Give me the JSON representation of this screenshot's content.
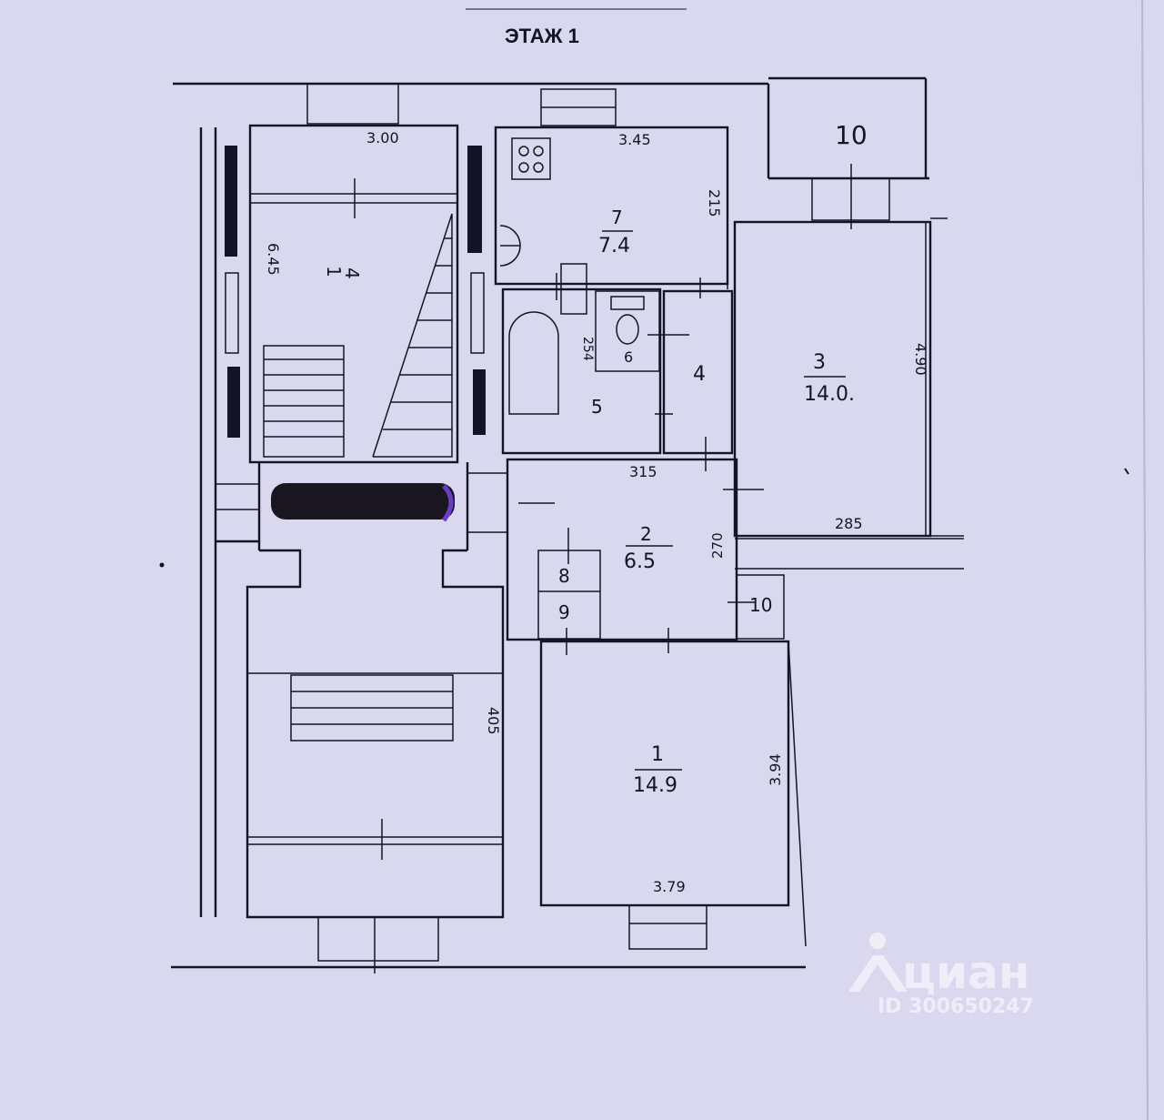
{
  "title": "ЭТАЖ  1",
  "rooms": {
    "r1_num": "1",
    "r1_area": "14.9",
    "r2_num": "2",
    "r2_area": "6.5",
    "r3_num": "3",
    "r3_area": "14.0.",
    "r4_num": "4",
    "r5_num": "5",
    "r6_num": "6",
    "r7_num": "7",
    "r7_area": "7.4",
    "r8_num": "8",
    "r9_num": "9",
    "r10a_num": "10",
    "r10b_num": "10",
    "stair_num": "1",
    "stair_area": "4"
  },
  "dims": {
    "d300": "3.00",
    "d345": "3.45",
    "d215": "215",
    "d645": "6.45",
    "d254": "254",
    "d315": "315",
    "d270": "270",
    "d285": "285",
    "d490": "4.90",
    "d405": "405",
    "d394": "3.94",
    "d379": "3.79"
  },
  "watermark": {
    "brand": "циан",
    "id": "ID 300650247"
  },
  "colors": {
    "paper": "#d9d8ef",
    "ink": "#141428",
    "redaction": "#1a1620",
    "redaction_edge": "#6a3cc8"
  }
}
